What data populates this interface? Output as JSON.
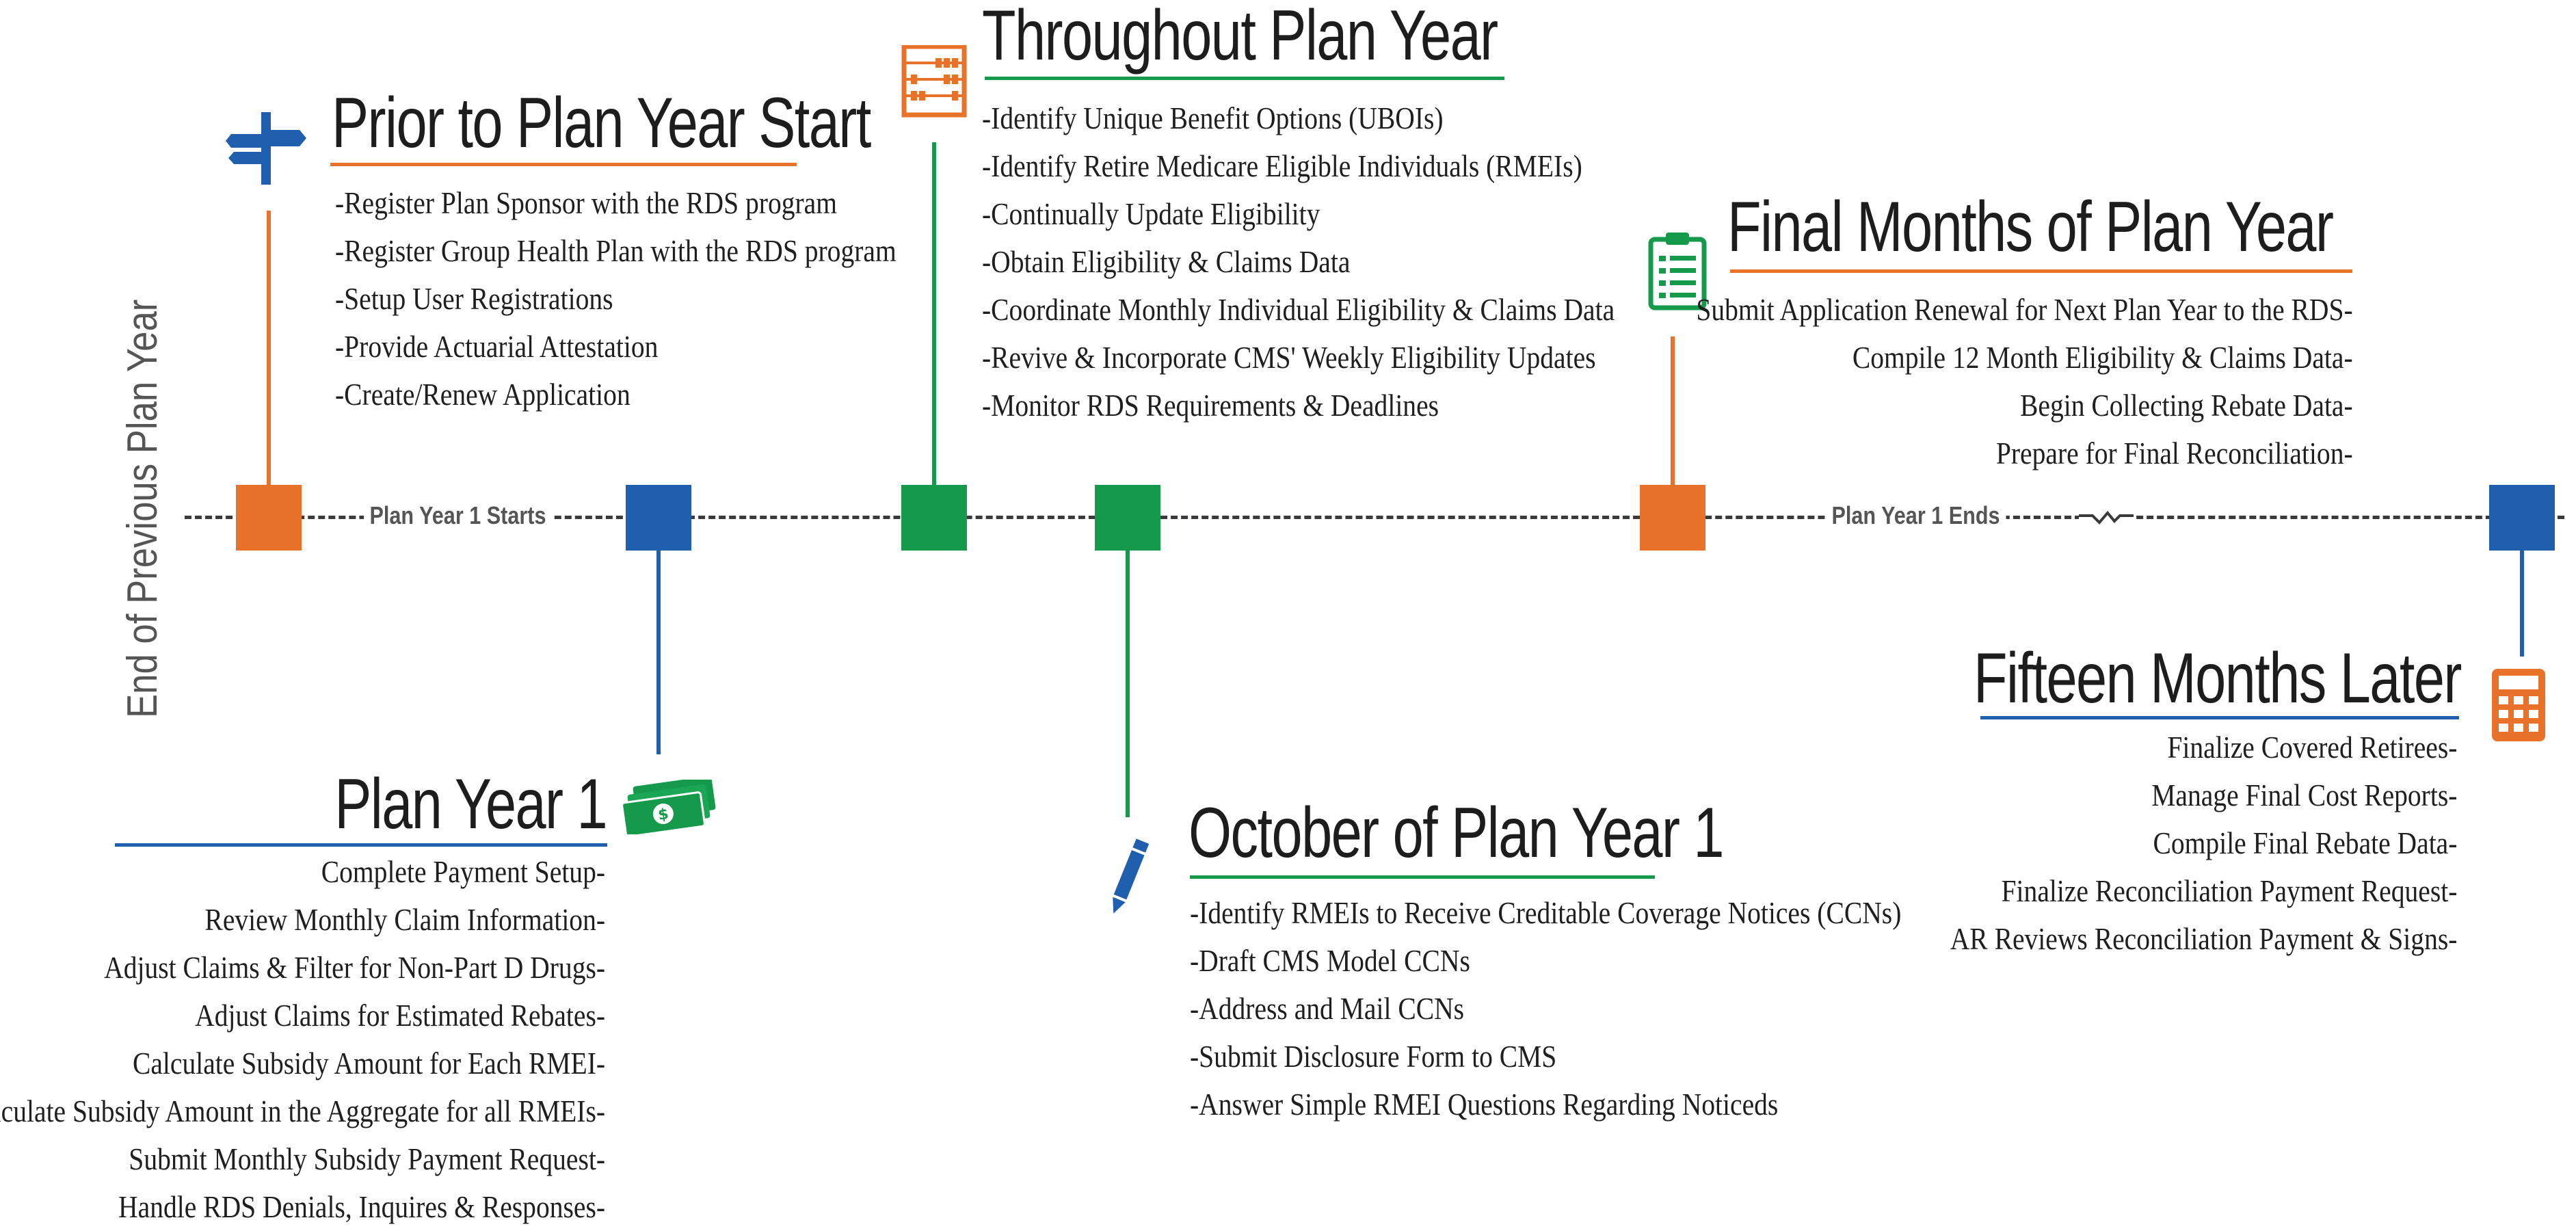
{
  "axis": {
    "side_label": "End of Previous Plan Year",
    "start_label": "Plan Year 1 Starts",
    "end_label": "Plan Year 1 Ends"
  },
  "colors": {
    "orange": "#E8722A",
    "blue": "#1F5FAE",
    "green": "#15994A"
  },
  "milestones": [
    {
      "title": "Prior to Plan Year Start",
      "icon": "signpost-icon",
      "items": [
        "-Register Plan Sponsor with the RDS program",
        "-Register Group Health Plan with the RDS program",
        "-Setup User Registrations",
        "-Provide Actuarial Attestation",
        "-Create/Renew Application"
      ]
    },
    {
      "title": "Plan Year 1",
      "icon": "money-icon",
      "items": [
        "Complete Payment Setup-",
        "Review Monthly Claim Information-",
        "Adjust Claims & Filter for Non-Part D Drugs-",
        "Adjust Claims for Estimated Rebates-",
        "Calculate Subsidy Amount for Each RMEI-",
        "Calculate Subsidy Amount in the Aggregate for all RMEIs-",
        "Submit Monthly Subsidy Payment Request-",
        "Handle RDS Denials, Inquires & Responses-"
      ]
    },
    {
      "title": "Throughout Plan Year",
      "icon": "abacus-icon",
      "items": [
        "-Identify Unique Benefit Options (UBOIs)",
        "-Identify Retire Medicare Eligible Individuals (RMEIs)",
        "-Continually Update Eligibility",
        "-Obtain Eligibility & Claims Data",
        "-Coordinate Monthly Individual Eligibility & Claims Data",
        "-Revive & Incorporate CMS' Weekly Eligibility Updates",
        "-Monitor RDS Requirements & Deadlines"
      ]
    },
    {
      "title": "October of Plan Year 1",
      "icon": "pencil-icon",
      "items": [
        "-Identify RMEIs to Receive Creditable Coverage Notices (CCNs)",
        "-Draft CMS Model CCNs",
        "-Address and Mail CCNs",
        "-Submit Disclosure Form to CMS",
        "-Answer Simple RMEI Questions Regarding Noticeds"
      ]
    },
    {
      "title": "Final Months of Plan Year",
      "icon": "clipboard-icon",
      "items": [
        "Submit Application Renewal for Next Plan Year to the RDS-",
        "Compile 12 Month Eligibility & Claims Data-",
        "Begin Collecting Rebate Data-",
        "Prepare for Final Reconciliation-"
      ]
    },
    {
      "title": "Fifteen Months Later",
      "icon": "calculator-icon",
      "items": [
        "Finalize Covered Retirees-",
        "Manage Final Cost Reports-",
        "Compile Final Rebate Data-",
        "Finalize Reconciliation Payment Request-",
        "AR Reviews Reconciliation Payment & Signs-"
      ]
    }
  ]
}
